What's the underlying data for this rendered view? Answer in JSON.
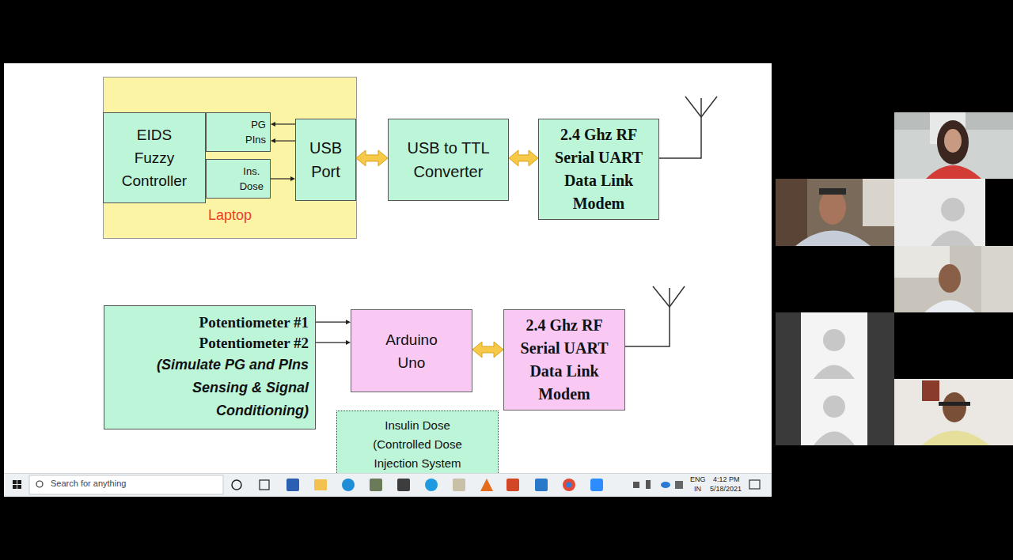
{
  "diagram": {
    "nodes": [
      {
        "text": [
          "Laptop"
        ]
      },
      {
        "text": [
          "EIDS Fuzzy Controller"
        ],
        "in": 0
      },
      {
        "text": [
          "PG PIns"
        ],
        "in": 0
      },
      {
        "text": [
          "Ins. Dose"
        ],
        "in": 0
      },
      {
        "text": [
          "USB Port"
        ],
        "in": 0
      },
      {
        "text": [
          "USB to TTL Converter"
        ]
      },
      {
        "text": [
          "2.4 Ghz RF Serial UART Data Link Modem"
        ]
      },
      {
        "text": [
          "Potentiometer #1",
          "Potentiometer #2",
          "(Simulate PG and PIns Sensing & Signal Conditioning)"
        ]
      },
      {
        "text": [
          "Arduino Uno"
        ]
      },
      {
        "text": [
          "2.4 Ghz RF Serial UART Data Link Modem"
        ]
      },
      {
        "text": [
          "Insulin Dose (Controlled Dose Injection System"
        ]
      }
    ],
    "edges": [
      {
        "from": 4,
        "to": 2,
        "arrow": "to"
      },
      {
        "from": 4,
        "to": 2,
        "arrow": "to"
      },
      {
        "from": 3,
        "to": 4,
        "arrow": "to"
      },
      {
        "from": 4,
        "to": 5,
        "arrow": "both"
      },
      {
        "from": 5,
        "to": 6,
        "arrow": "both"
      },
      {
        "from": 7,
        "to": 8,
        "arrow": "to"
      },
      {
        "from": 7,
        "to": 8,
        "arrow": "to"
      },
      {
        "from": 8,
        "to": 9,
        "arrow": "both"
      }
    ],
    "labels": [
      "Search for anything",
      "ENG",
      "IN",
      "4:12 PM",
      "5/18/2021"
    ]
  }
}
